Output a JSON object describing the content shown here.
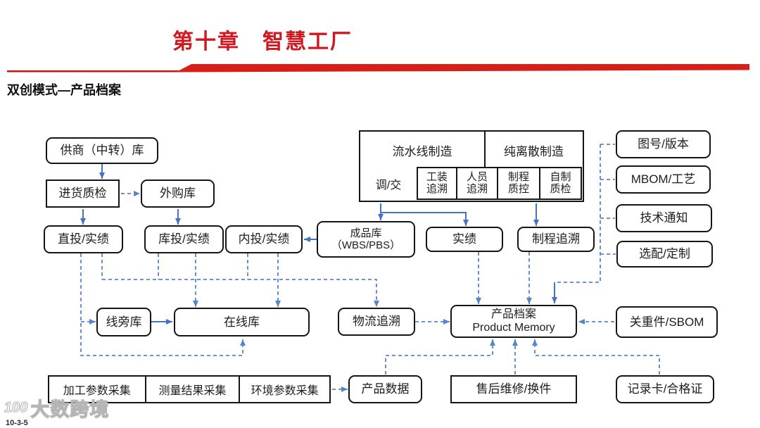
{
  "header": {
    "chapter_title": "第十章　智慧工厂",
    "page_subtitle": "双创模式—产品档案"
  },
  "colors": {
    "accent_red": "#d01820",
    "solid_connector_blue": "#4472c4",
    "dashed_connector_blue": "#5585cc",
    "box_border": "#151515"
  },
  "nodes": {
    "supplier_hub": "供商（中转）库",
    "incoming_qc": "进货质检",
    "purchased_store": "外购库",
    "direct_issue": "直投/实绩",
    "store_issue": "库投/实绩",
    "internal_issue": "内投/实绩",
    "finished_store_l1": "成品库",
    "finished_store_l2": "（WBS/PBS）",
    "actuals": "实绩",
    "process_trace": "制程追溯",
    "drawing_version": "图号/版本",
    "mbom_craft": "MBOM/工艺",
    "tech_notice": "技术通知",
    "option_custom": "选配/定制",
    "lineside_store": "线旁库",
    "online_store": "在线库",
    "logistics_trace": "物流追溯",
    "product_memory_l1": "产品档案",
    "product_memory_l2": "Product Memory",
    "critical_parts": "关重件/SBOM",
    "product_data": "产品数据",
    "after_sales": "售后维修/换件",
    "record_card": "记录卡/合格证"
  },
  "mfg_table": {
    "row1": [
      "流水线制造",
      "纯离散制造"
    ],
    "row2": [
      "调/交",
      "工装追溯",
      "人员追溯",
      "制程质控",
      "自制质检"
    ]
  },
  "collect_table": [
    "加工参数采集",
    "测量结果采集",
    "环境参数采集"
  ],
  "watermark": {
    "logo": "100",
    "brand": "大数跨境",
    "page_number": "10-3-5"
  }
}
